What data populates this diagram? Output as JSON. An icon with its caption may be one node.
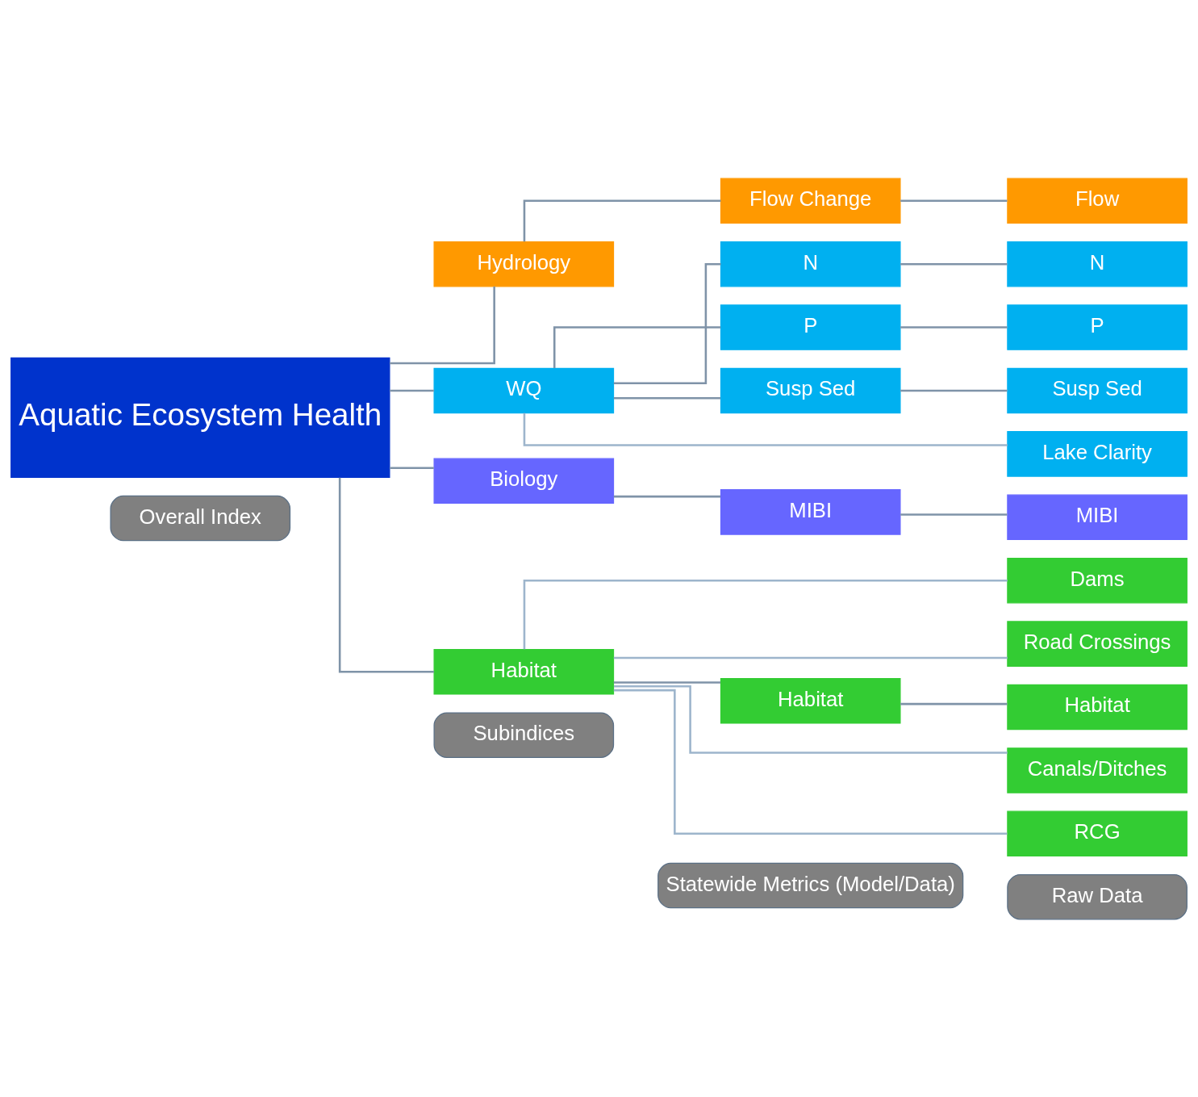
{
  "diagram": {
    "nodes": [
      {
        "text": [
          "Overall Index"
        ]
      },
      {
        "text": [
          "Subindices"
        ]
      },
      {
        "text": [
          "Statewide Metrics (Model/Data)"
        ]
      },
      {
        "text": [
          "Raw Data"
        ]
      },
      {
        "text": [
          "Aquatic Ecosystem Health"
        ]
      },
      {
        "text": [
          "Hydrology"
        ]
      },
      {
        "text": [
          "Flow Change"
        ]
      },
      {
        "text": [
          "Flow"
        ]
      },
      {
        "text": [
          "WQ"
        ]
      },
      {
        "text": [
          "N"
        ]
      },
      {
        "text": [
          "N"
        ]
      },
      {
        "text": [
          "P"
        ]
      },
      {
        "text": [
          "P"
        ]
      },
      {
        "text": [
          "Susp Sed"
        ]
      },
      {
        "text": [
          "Susp Sed"
        ]
      },
      {
        "text": [
          "Lake Clarity"
        ]
      },
      {
        "text": [
          "Biology"
        ]
      },
      {
        "text": [
          "MIBI"
        ]
      },
      {
        "text": [
          "MIBI"
        ]
      },
      {
        "text": [
          "Habitat"
        ]
      },
      {
        "text": [
          "Dams"
        ]
      },
      {
        "text": [
          "Road Crossings"
        ]
      },
      {
        "text": [
          "Habitat"
        ]
      },
      {
        "text": [
          "Habitat"
        ]
      },
      {
        "text": [
          "Canals/Ditches"
        ]
      },
      {
        "text": [
          "RCG"
        ]
      }
    ],
    "edges": [
      {
        "from": 4,
        "to": 5,
        "arrow": "none"
      },
      {
        "from": 4,
        "to": 8,
        "arrow": "none"
      },
      {
        "from": 4,
        "to": 16,
        "arrow": "none"
      },
      {
        "from": 4,
        "to": 19,
        "arrow": "none"
      },
      {
        "from": 5,
        "to": 6,
        "arrow": "none"
      },
      {
        "from": 6,
        "to": 7,
        "arrow": "none"
      },
      {
        "from": 8,
        "to": 9,
        "arrow": "none"
      },
      {
        "from": 9,
        "to": 10,
        "arrow": "none"
      },
      {
        "from": 8,
        "to": 11,
        "arrow": "none"
      },
      {
        "from": 11,
        "to": 12,
        "arrow": "none"
      },
      {
        "from": 8,
        "to": 13,
        "arrow": "none"
      },
      {
        "from": 13,
        "to": 14,
        "arrow": "none"
      },
      {
        "from": 8,
        "to": 15,
        "arrow": "none",
        "color": "#9db5cc"
      },
      {
        "from": 16,
        "to": 17,
        "arrow": "none"
      },
      {
        "from": 17,
        "to": 18,
        "arrow": "none"
      },
      {
        "from": 19,
        "to": 20,
        "arrow": "none",
        "color": "#9db5cc"
      },
      {
        "from": 19,
        "to": 21,
        "arrow": "none",
        "color": "#9db5cc"
      },
      {
        "from": 19,
        "to": 22,
        "arrow": "none"
      },
      {
        "from": 22,
        "to": 23,
        "arrow": "none"
      },
      {
        "from": 19,
        "to": 24,
        "arrow": "none",
        "color": "#9db5cc"
      },
      {
        "from": 19,
        "to": 25,
        "arrow": "none",
        "color": "#9db5cc"
      }
    ]
  }
}
